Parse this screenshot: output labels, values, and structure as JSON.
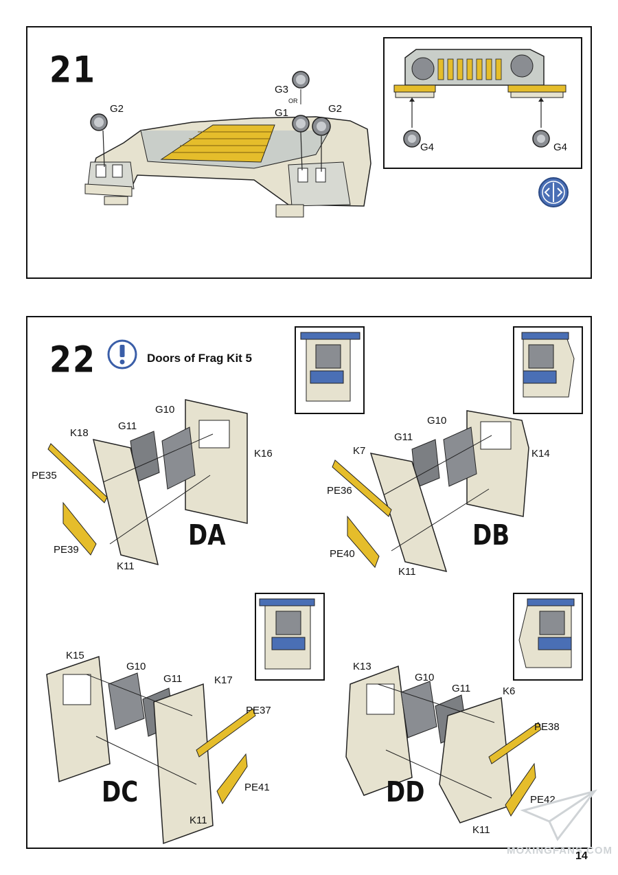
{
  "step21": {
    "number": "21",
    "labels": {
      "g2_left": "G2",
      "g3": "G3",
      "or": "OR",
      "g1": "G1",
      "g2_right": "G2",
      "g4_left": "G4",
      "g4_right": "G4"
    }
  },
  "step22": {
    "number": "22",
    "note_title": "Doors of Frag Kit 5",
    "DA": {
      "title": "DA",
      "labels": [
        "K18",
        "G11",
        "G10",
        "K16",
        "PE35",
        "PE39",
        "K11"
      ]
    },
    "DB": {
      "title": "DB",
      "labels": [
        "K7",
        "G11",
        "G10",
        "K14",
        "PE36",
        "PE40",
        "K11"
      ]
    },
    "DC": {
      "title": "DC",
      "labels": [
        "K15",
        "G10",
        "G11",
        "K17",
        "PE37",
        "PE41",
        "K11"
      ]
    },
    "DD": {
      "title": "DD",
      "labels": [
        "K13",
        "G10",
        "G11",
        "K6",
        "PE38",
        "PE42",
        "K11"
      ]
    }
  },
  "page_number": "14",
  "watermark": "MOXINGFANS.COM",
  "colors": {
    "part": "#e6e2cf",
    "brass": "#e5bd2b",
    "blue": "#4a6fb5",
    "clear": "#8a8d92",
    "line": "#222222"
  }
}
